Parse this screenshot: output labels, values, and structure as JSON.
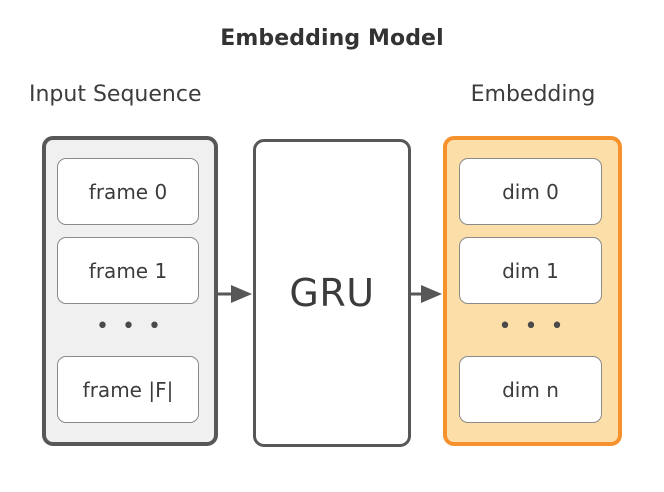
{
  "title": "Embedding Model",
  "columns": {
    "input": {
      "caption": "Input Sequence",
      "cells": [
        {
          "label": "frame 0"
        },
        {
          "label": "frame 1"
        },
        {
          "label": "frame |F|"
        }
      ],
      "ellipsis": "• • •",
      "border_color": "#575757",
      "fill_color": "#f0f0f0"
    },
    "embedding": {
      "caption": "Embedding",
      "cells": [
        {
          "label": "dim 0"
        },
        {
          "label": "dim 1"
        },
        {
          "label": "dim n"
        }
      ],
      "ellipsis": "• • •",
      "border_color": "#f5922e",
      "fill_color": "#fbdea8"
    }
  },
  "model": {
    "label": "GRU",
    "border_color": "#575757",
    "fill_color": "#ffffff"
  },
  "arrows": [
    {
      "name": "input-to-gru",
      "direction": "right"
    },
    {
      "name": "gru-to-embedding",
      "direction": "right"
    }
  ],
  "arrow_color": "#575757"
}
